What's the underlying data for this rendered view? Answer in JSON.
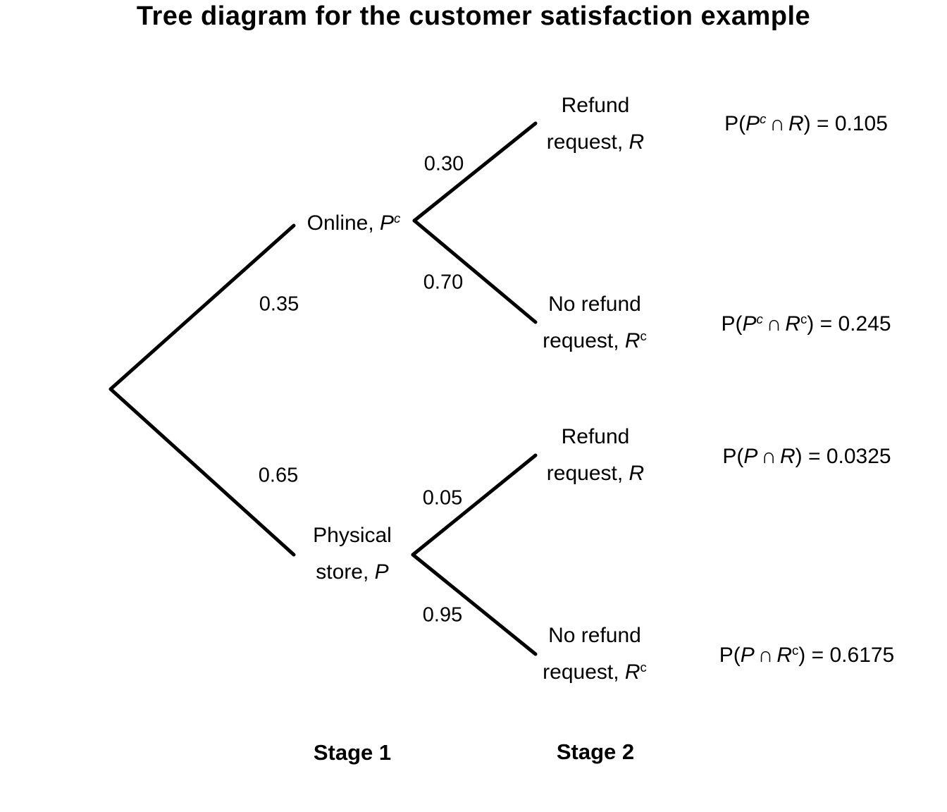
{
  "title": "Tree diagram for the customer satisfaction example",
  "stage_labels": {
    "stage1": "Stage 1",
    "stage2": "Stage 2"
  },
  "colors": {
    "line": "#000000",
    "text": "#000000",
    "background": "#ffffff"
  },
  "tree": {
    "stage1_branches": {
      "online": {
        "probability": "0.35",
        "label_prefix": "Online, ",
        "event": "P",
        "event_sup": "c"
      },
      "physical": {
        "probability": "0.65",
        "label_line1": "Physical",
        "label_line2_prefix": "store, ",
        "event": "P"
      }
    },
    "stage2_branches": {
      "online_refund": {
        "probability": "0.30",
        "label_line1": "Refund",
        "label_line2_prefix": "request, ",
        "event": "R"
      },
      "online_no_refund": {
        "probability": "0.70",
        "label_line1": "No refund",
        "label_line2_prefix": "request, ",
        "event": "R",
        "event_sup": "c"
      },
      "physical_refund": {
        "probability": "0.05",
        "label_line1": "Refund",
        "label_line2_prefix": "request, ",
        "event": "R"
      },
      "physical_no_refund": {
        "probability": "0.95",
        "label_line1": "No refund",
        "label_line2_prefix": "request, ",
        "event": "R",
        "event_sup": "c"
      }
    },
    "outcomes": {
      "online_refund": {
        "func": "P(",
        "event1": "P",
        "event1_sup": "c",
        "intersect": "∩",
        "event2": "R",
        "close": ") = ",
        "value": "0.105"
      },
      "online_no_refund": {
        "func": "P(",
        "event1": "P",
        "event1_sup": "c",
        "intersect": "∩",
        "event2": "R",
        "event2_sup": "c",
        "close": ") = ",
        "value": "0.245"
      },
      "physical_refund": {
        "func": "P(",
        "event1": "P",
        "intersect": "∩",
        "event2": "R",
        "close": ") = ",
        "value": "0.0325"
      },
      "physical_no_refund": {
        "func": "P(",
        "event1": "P",
        "intersect": "∩",
        "event2": "R",
        "event2_sup": "c",
        "close": ") = ",
        "value": "0.6175"
      }
    }
  }
}
